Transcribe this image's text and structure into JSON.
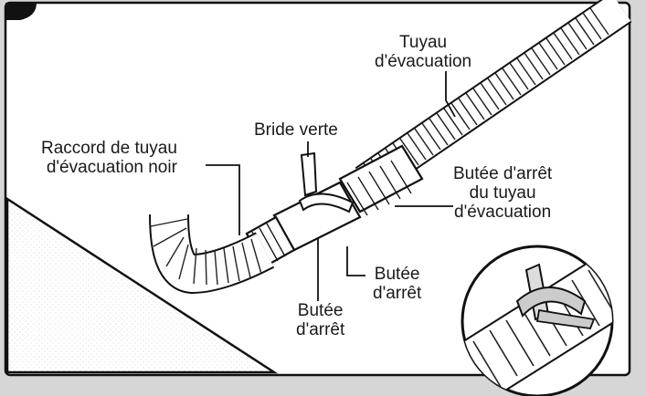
{
  "labels": {
    "tuyau_evacuation": [
      "Tuyau",
      "d'évacuation"
    ],
    "bride_verte": "Bride verte",
    "raccord": [
      "Raccord de tuyau",
      "d'évacuation noir"
    ],
    "butee_tuyau": [
      "Butée d'arrêt",
      "du tuyau",
      "d'évacuation"
    ],
    "butee_right": [
      "Butée",
      "d'arrêt"
    ],
    "butee_bottom": [
      "Butée",
      "d'arrêt"
    ]
  },
  "icons": {
    "step-badge": "step-number-badge",
    "inset": "magnified-clamp-inset"
  }
}
